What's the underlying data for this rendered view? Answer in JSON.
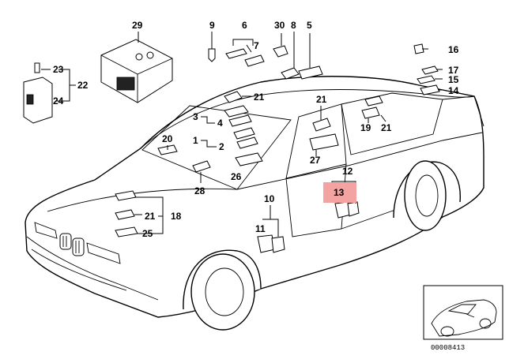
{
  "highlight_color": "#f4a3a3",
  "callouts": {
    "c29": "29",
    "c9": "9",
    "c6": "6",
    "c7": "7",
    "c30": "30",
    "c8": "8",
    "c5": "5",
    "c16": "16",
    "c17": "17",
    "c15": "15",
    "c14": "14",
    "c23": "23",
    "c22": "22",
    "c24": "24",
    "c21a": "21",
    "c3": "3",
    "c4": "4",
    "c1": "1",
    "c2": "2",
    "c26": "26",
    "c20": "20",
    "c28": "28",
    "c21b": "21",
    "c27": "27",
    "c19": "19",
    "c21c": "21",
    "c12": "12",
    "c13": "13",
    "c10": "10",
    "c11": "11",
    "c21d": "21",
    "c18": "18",
    "c25": "25"
  },
  "reference_number": "00008413"
}
